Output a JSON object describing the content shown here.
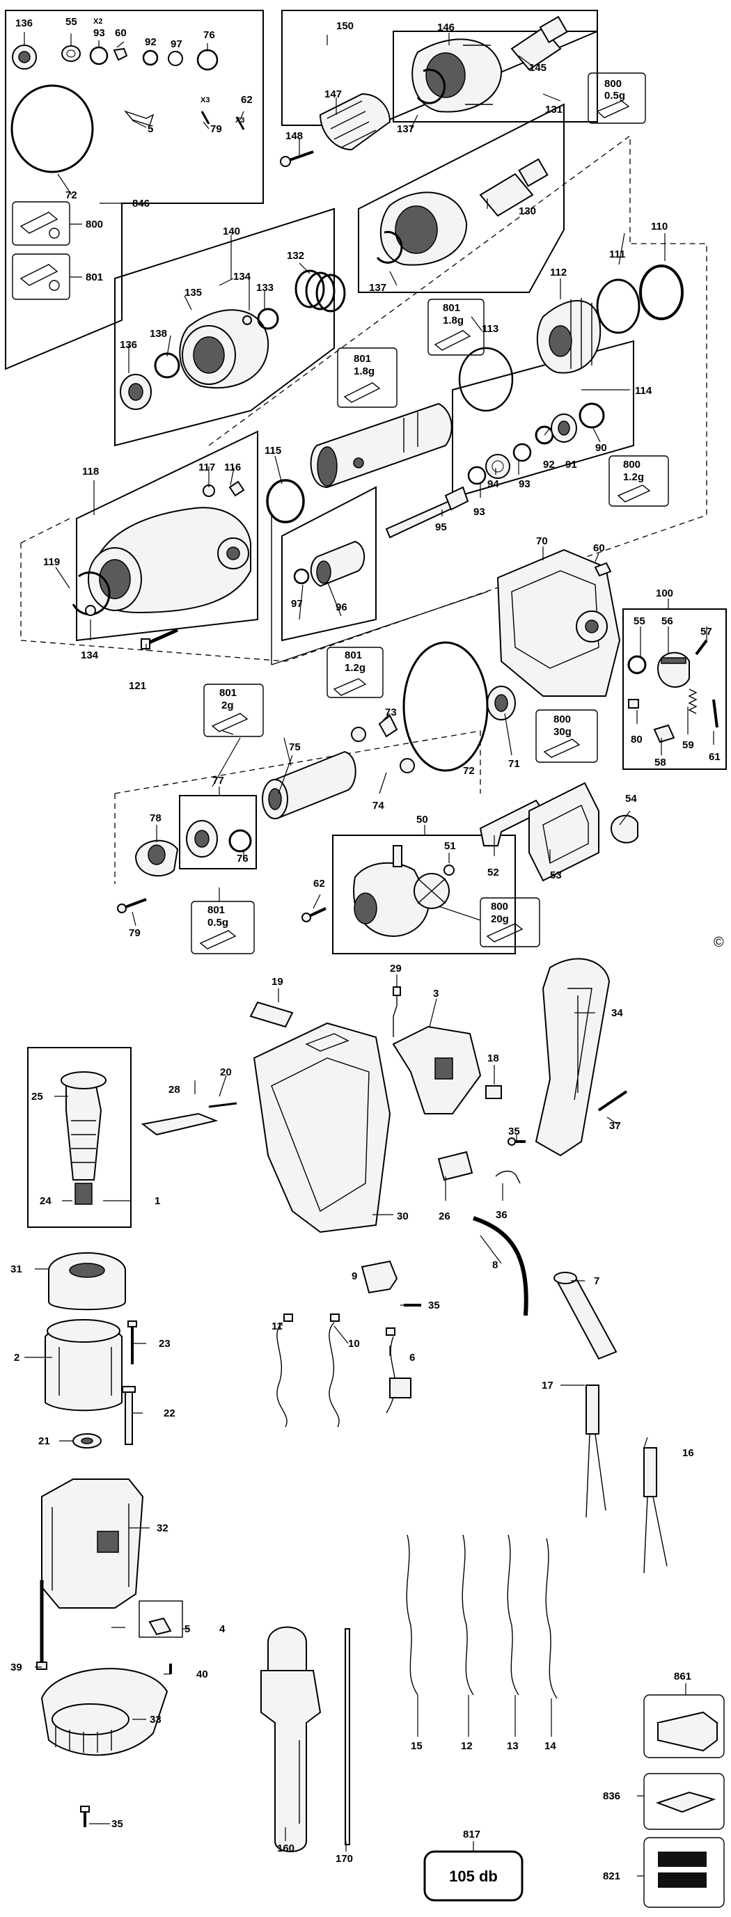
{
  "copyright_mark": "©",
  "noise_badge": "105 db",
  "labels": {
    "l136a": "136",
    "l55a": "55",
    "l93a": "93",
    "l93x2": "X2",
    "l60a": "60",
    "l92a": "92",
    "l97a": "97",
    "l76a": "76",
    "l5a": "5",
    "l79a": "79",
    "l79x3": "X3",
    "l62a": "62",
    "l62x3": "X3",
    "l72a": "72",
    "l846": "846",
    "l800a": "800",
    "l801a": "801",
    "l150": "150",
    "l146": "146",
    "l145": "145",
    "l147": "147",
    "l148": "148",
    "l137a": "137",
    "l137b": "137",
    "l131": "131",
    "l130": "130",
    "l800b": "800",
    "l800b_q": "0.5g",
    "l140": "140",
    "l134a": "134",
    "l133": "133",
    "l132": "132",
    "l135": "135",
    "l138": "138",
    "l136b": "136",
    "l801b": "801",
    "l801b_q": "1.8g",
    "l801c": "801",
    "l801c_q": "1.8g",
    "l113": "113",
    "l111": "111",
    "l110": "110",
    "l112": "112",
    "l114": "114",
    "l92b": "92",
    "l91": "91",
    "l90": "90",
    "l94": "94",
    "l93b": "93",
    "l93c": "93",
    "l95": "95",
    "l800c": "800",
    "l800c_q": "1.2g",
    "l118": "118",
    "l117": "117",
    "l116": "116",
    "l115": "115",
    "l119": "119",
    "l134b": "134",
    "l121": "121",
    "l97b": "97",
    "l96": "96",
    "l70": "70",
    "l60b": "60",
    "l100": "100",
    "l55b": "55",
    "l56": "56",
    "l57": "57",
    "l80": "80",
    "l59": "59",
    "l61": "61",
    "l58": "58",
    "l801d": "801",
    "l801d_q": "1.2g",
    "l73": "73",
    "l74": "74",
    "l72b": "72",
    "l71": "71",
    "l800d": "800",
    "l800d_q": "30g",
    "l801e": "801",
    "l801e_q": "2g",
    "l75": "75",
    "l77": "77",
    "l78": "78",
    "l76b": "76",
    "l79b": "79",
    "l801f": "801",
    "l801f_q": "0.5g",
    "l50": "50",
    "l51": "51",
    "l62b": "62",
    "l800e": "800",
    "l800e_q": "20g",
    "l52": "52",
    "l53": "53",
    "l54": "54",
    "l19": "19",
    "l29": "29",
    "l3": "3",
    "l34": "34",
    "l25": "25",
    "l28": "28",
    "l20": "20",
    "l18": "18",
    "l24": "24",
    "l1": "1",
    "l37": "37",
    "l35a": "35",
    "l26": "26",
    "l36": "36",
    "l30": "30",
    "l31": "31",
    "l9": "9",
    "l35b": "35",
    "l8": "8",
    "l7": "7",
    "l2": "2",
    "l23": "23",
    "l11": "11",
    "l10": "10",
    "l6": "6",
    "l22": "22",
    "l21": "21",
    "l17": "17",
    "l16": "16",
    "l32": "32",
    "l5b": "5",
    "l4": "4",
    "l39": "39",
    "l40": "40",
    "l33": "33",
    "l35c": "35",
    "l15": "15",
    "l12": "12",
    "l13": "13",
    "l14": "14",
    "l861": "861",
    "l836": "836",
    "l821": "821",
    "l160": "160",
    "l170": "170",
    "l817": "817"
  }
}
